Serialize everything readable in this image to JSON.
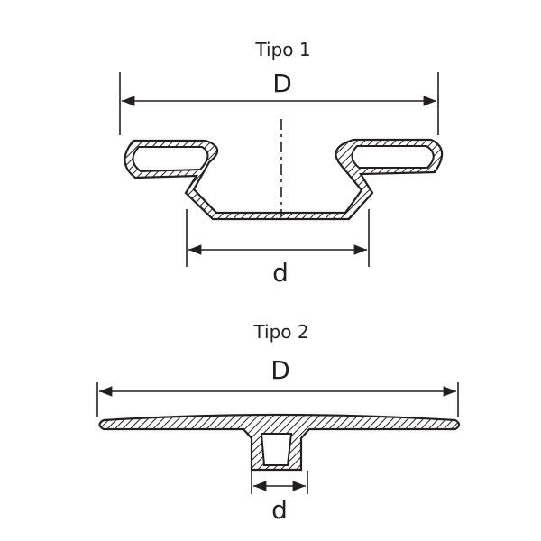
{
  "tipo1": {
    "title": "Tipo 1",
    "outer_dim": "D",
    "inner_dim": "d"
  },
  "tipo2": {
    "title": "Tipo 2",
    "outer_dim": "D",
    "inner_dim": "d"
  },
  "colors": {
    "ink": "#231f20",
    "background": "#ffffff"
  }
}
